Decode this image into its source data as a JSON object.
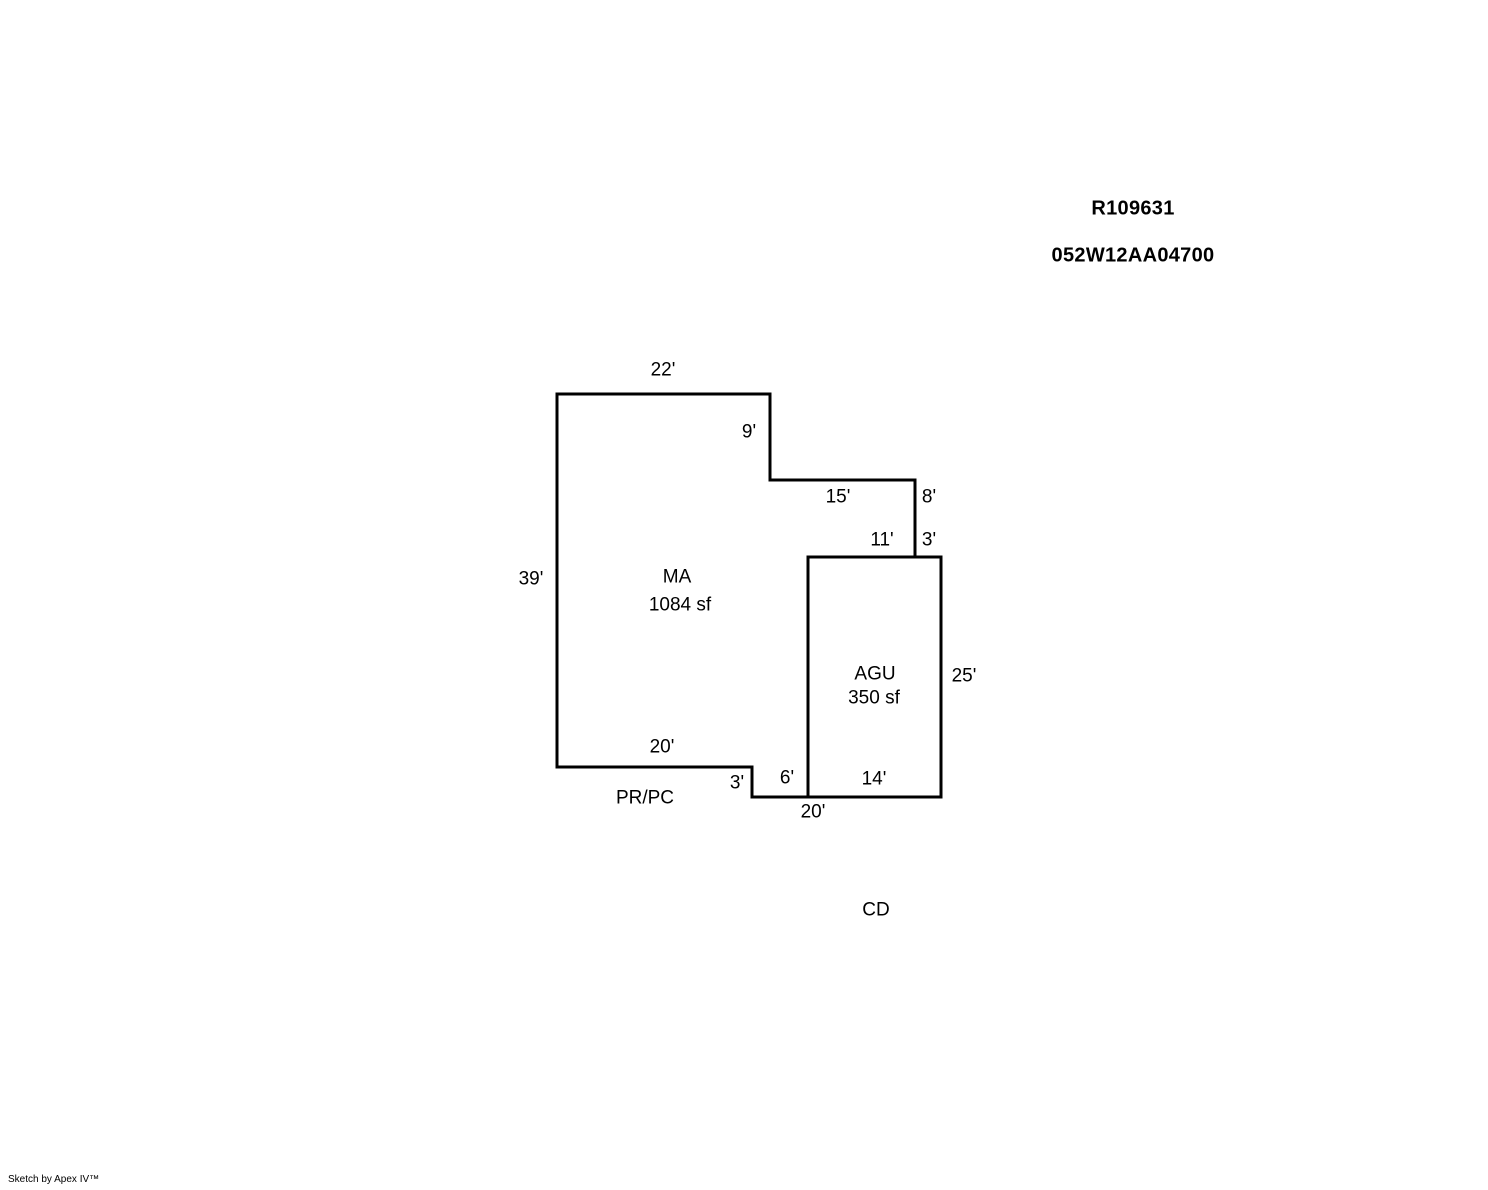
{
  "header": {
    "record_id": "R109631",
    "parcel_id": "052W12AA04700"
  },
  "sketch": {
    "areas": {
      "ma": {
        "code": "MA",
        "size": "1084 sf"
      },
      "agu": {
        "code": "AGU",
        "size": "350 sf"
      }
    },
    "dims": {
      "ma_top": "22'",
      "ma_step_down_9": "9'",
      "ma_run_15": "15'",
      "ma_drop_8": "8'",
      "agu_top_11": "11'",
      "agu_top_3": "3'",
      "ma_left_39": "39'",
      "ma_bottom_20": "20'",
      "ma_step_down_3": "3'",
      "ma_run_6": "6'",
      "agu_right_25": "25'",
      "agu_bottom_14": "14'",
      "bottom_total_20": "20'"
    },
    "annotations": {
      "pr_pc": "PR/PC",
      "cd": "CD"
    }
  },
  "footer": {
    "branding": "Sketch by Apex IV™"
  }
}
